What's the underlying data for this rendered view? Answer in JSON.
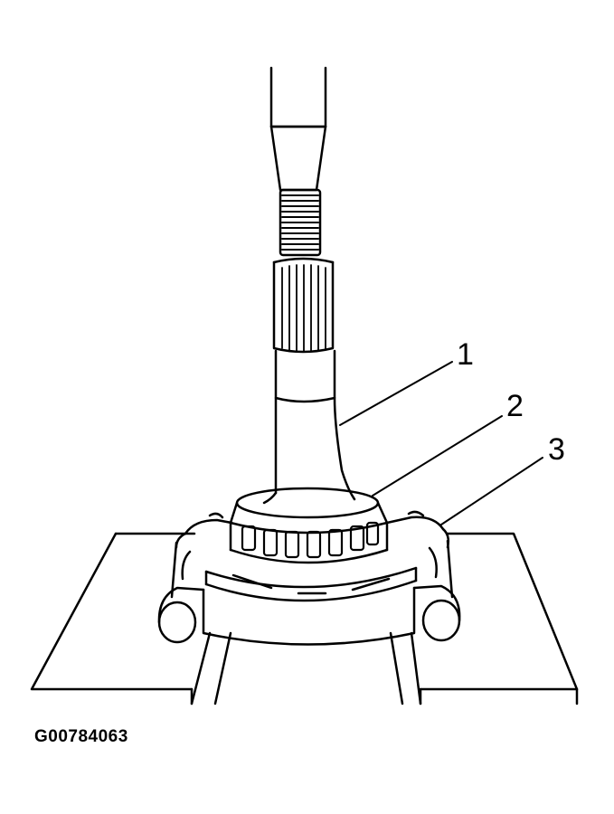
{
  "figure": {
    "code": "G00784063",
    "callouts": [
      {
        "number": "1"
      },
      {
        "number": "2"
      },
      {
        "number": "3"
      }
    ]
  },
  "colors": {
    "ink": "#000000",
    "paper": "#ffffff"
  }
}
